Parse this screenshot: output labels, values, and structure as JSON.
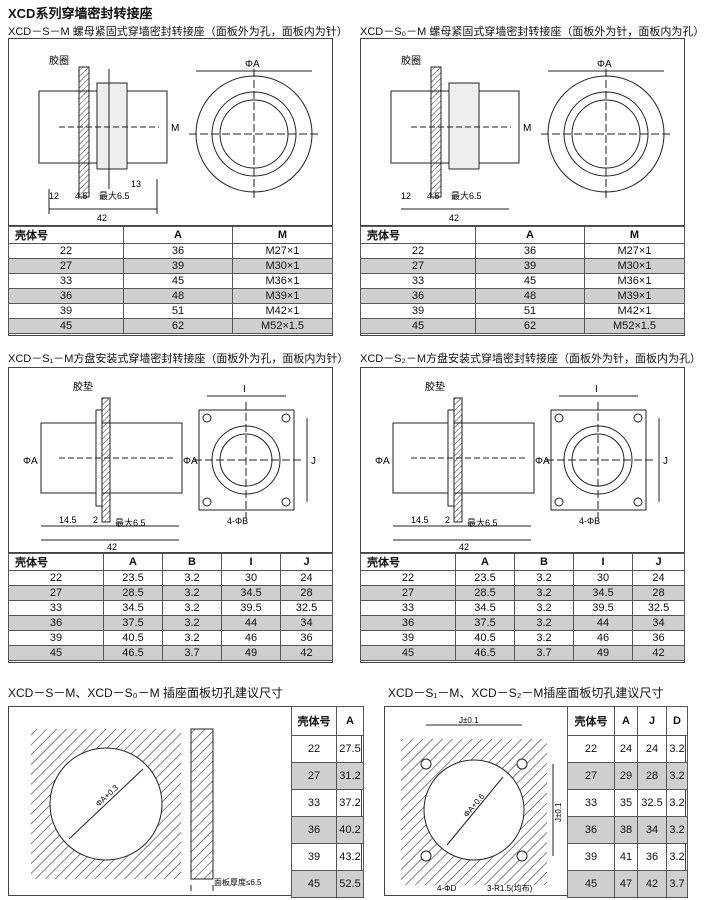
{
  "page_title": "XCD系列穿墙密封转接座",
  "sections": {
    "s1": {
      "caption": "XCD－S－M 螺母紧固式穿墙密封转接座（面板外为孔，面板内为针）",
      "labels": {
        "gasket": "胶圈",
        "phiA": "ΦA",
        "M": "M",
        "d12": "12",
        "d45": "4.5",
        "dmax": "最大6.5",
        "d13": "13",
        "d42": "42"
      },
      "columns": [
        "壳体号",
        "A",
        "M"
      ],
      "rows": [
        [
          "22",
          "36",
          "M27×1"
        ],
        [
          "27",
          "39",
          "M30×1"
        ],
        [
          "33",
          "45",
          "M36×1"
        ],
        [
          "36",
          "48",
          "M39×1"
        ],
        [
          "39",
          "51",
          "M42×1"
        ],
        [
          "45",
          "62",
          "M52×1.5"
        ]
      ]
    },
    "s2": {
      "caption": "XCD－S₀－M 螺母紧固式穿墙密封转接座（面板外为针，面板内为孔）",
      "labels": {
        "gasket": "胶圈",
        "phiA": "ΦA",
        "M": "M",
        "d12": "12",
        "d45": "4.5",
        "dmax": "最大6.5",
        "d42": "42"
      },
      "columns": [
        "壳体号",
        "A",
        "M"
      ],
      "rows": [
        [
          "22",
          "36",
          "M27×1"
        ],
        [
          "27",
          "39",
          "M30×1"
        ],
        [
          "33",
          "45",
          "M36×1"
        ],
        [
          "36",
          "48",
          "M39×1"
        ],
        [
          "39",
          "51",
          "M42×1"
        ],
        [
          "45",
          "62",
          "M52×1.5"
        ]
      ]
    },
    "s3": {
      "caption": "XCD－S₁－M方盘安装式穿墙密封转接座（面板外为孔，面板内为针）",
      "labels": {
        "gasket": "胶垫",
        "phiA": "ΦA",
        "I": "I",
        "J": "J",
        "d145": "14.5",
        "d2": "2",
        "dmax": "最大6.5",
        "d42": "42",
        "holes": "4-ΦB"
      },
      "columns": [
        "壳体号",
        "A",
        "B",
        "I",
        "J"
      ],
      "rows": [
        [
          "22",
          "23.5",
          "3.2",
          "30",
          "24"
        ],
        [
          "27",
          "28.5",
          "3.2",
          "34.5",
          "28"
        ],
        [
          "33",
          "34.5",
          "3.2",
          "39.5",
          "32.5"
        ],
        [
          "36",
          "37.5",
          "3.2",
          "44",
          "34"
        ],
        [
          "39",
          "40.5",
          "3.2",
          "46",
          "36"
        ],
        [
          "45",
          "46.5",
          "3.7",
          "49",
          "42"
        ]
      ]
    },
    "s4": {
      "caption": "XCD－S₂－M方盘安装式穿墙密封转接座（面板外为针，面板内为孔）",
      "labels": {
        "gasket": "胶垫",
        "phiA": "ΦA",
        "I": "I",
        "J": "J",
        "d145": "14.5",
        "d2": "2",
        "dmax": "最大6.5",
        "d42": "42",
        "holes": "4-ΦB"
      },
      "columns": [
        "壳体号",
        "A",
        "B",
        "I",
        "J"
      ],
      "rows": [
        [
          "22",
          "23.5",
          "3.2",
          "30",
          "24"
        ],
        [
          "27",
          "28.5",
          "3.2",
          "34.5",
          "28"
        ],
        [
          "33",
          "34.5",
          "3.2",
          "39.5",
          "32.5"
        ],
        [
          "36",
          "37.5",
          "3.2",
          "44",
          "34"
        ],
        [
          "39",
          "40.5",
          "3.2",
          "46",
          "36"
        ],
        [
          "45",
          "46.5",
          "3.7",
          "49",
          "42"
        ]
      ]
    },
    "s5": {
      "caption": "XCD－S－M、XCD－S₀－M 插座面板切孔建议尺寸",
      "labels": {
        "phiA": "ΦA+0.3",
        "thickness": "面板厚度≤6.5"
      },
      "columns": [
        "壳体号",
        "A"
      ],
      "rows": [
        [
          "22",
          "27.5"
        ],
        [
          "27",
          "31.2"
        ],
        [
          "33",
          "37.2"
        ],
        [
          "36",
          "40.2"
        ],
        [
          "39",
          "43.2"
        ],
        [
          "45",
          "52.5"
        ]
      ]
    },
    "s6": {
      "caption": "XCD－S₁－M、XCD－S₂－M插座面板切孔建议尺寸",
      "labels": {
        "J_top": "J±0.1",
        "J_side": "J±0.1",
        "phiA": "ΦA+0.6",
        "holes": "4-ΦD",
        "radius": "3-R1.5(均布)"
      },
      "columns": [
        "壳体号",
        "A",
        "J",
        "D"
      ],
      "rows": [
        [
          "22",
          "24",
          "24",
          "3.2"
        ],
        [
          "27",
          "29",
          "28",
          "3.2"
        ],
        [
          "33",
          "35",
          "32.5",
          "3.2"
        ],
        [
          "36",
          "38",
          "34",
          "3.2"
        ],
        [
          "39",
          "41",
          "36",
          "3.2"
        ],
        [
          "45",
          "47",
          "42",
          "3.7"
        ]
      ]
    }
  }
}
